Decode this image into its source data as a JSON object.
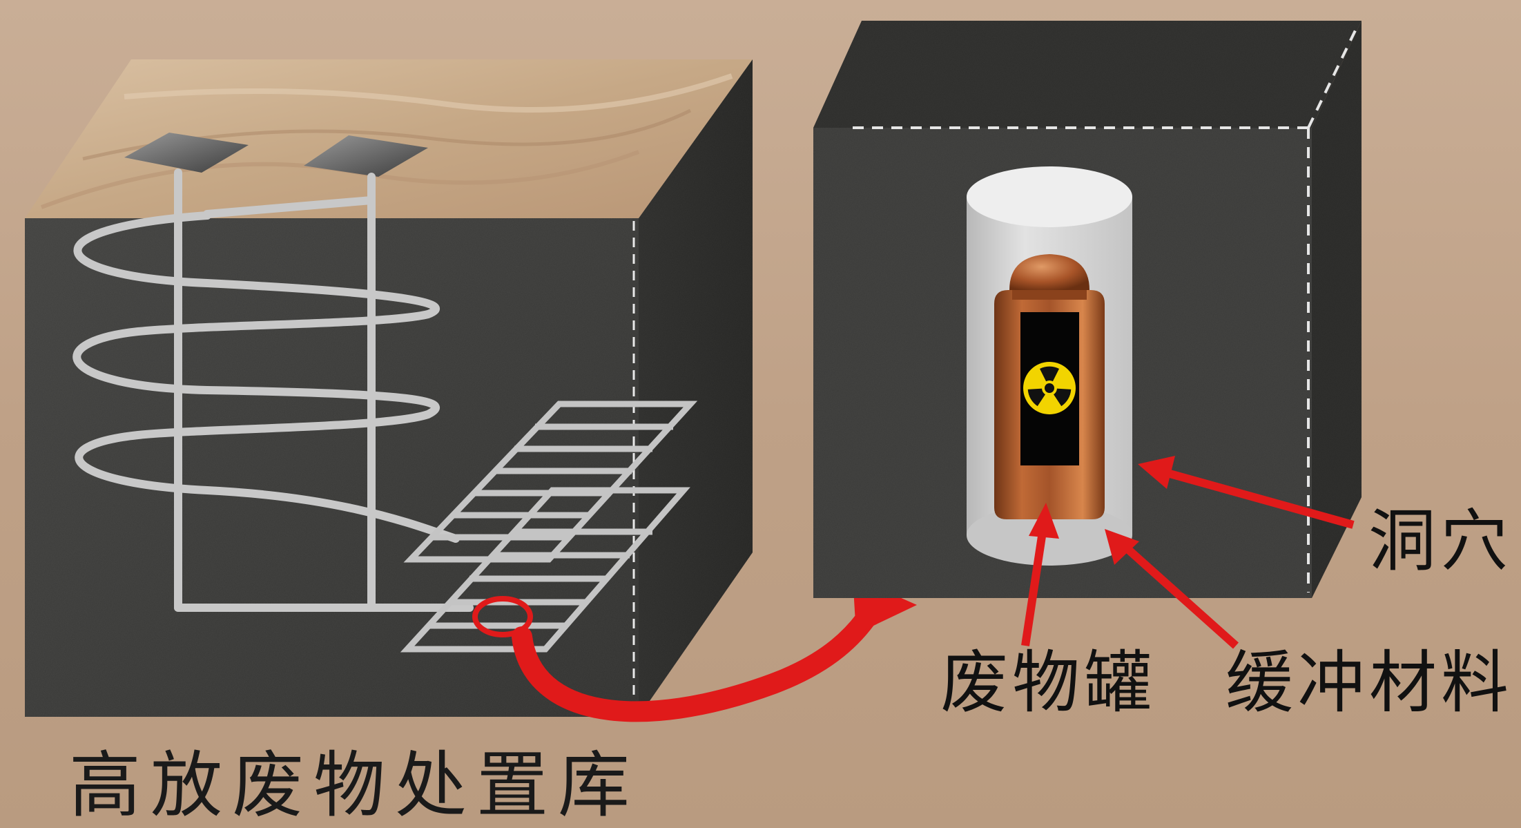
{
  "labels": {
    "repository_title": "高放废物处置库",
    "cavern": "洞穴",
    "waste_canister": "废物罐",
    "buffer_material": "缓冲材料"
  },
  "colors": {
    "background": "#c2a68c",
    "rock": "#3a3a39",
    "surface_sand": "#c9ad90",
    "tunnel": "#c8c8c8",
    "copper": "#a9572b",
    "radiation_symbol": "#f2d400",
    "arrow": "#e01a1a"
  },
  "icons": [
    "radiation-icon",
    "surface-entrance-icon"
  ]
}
